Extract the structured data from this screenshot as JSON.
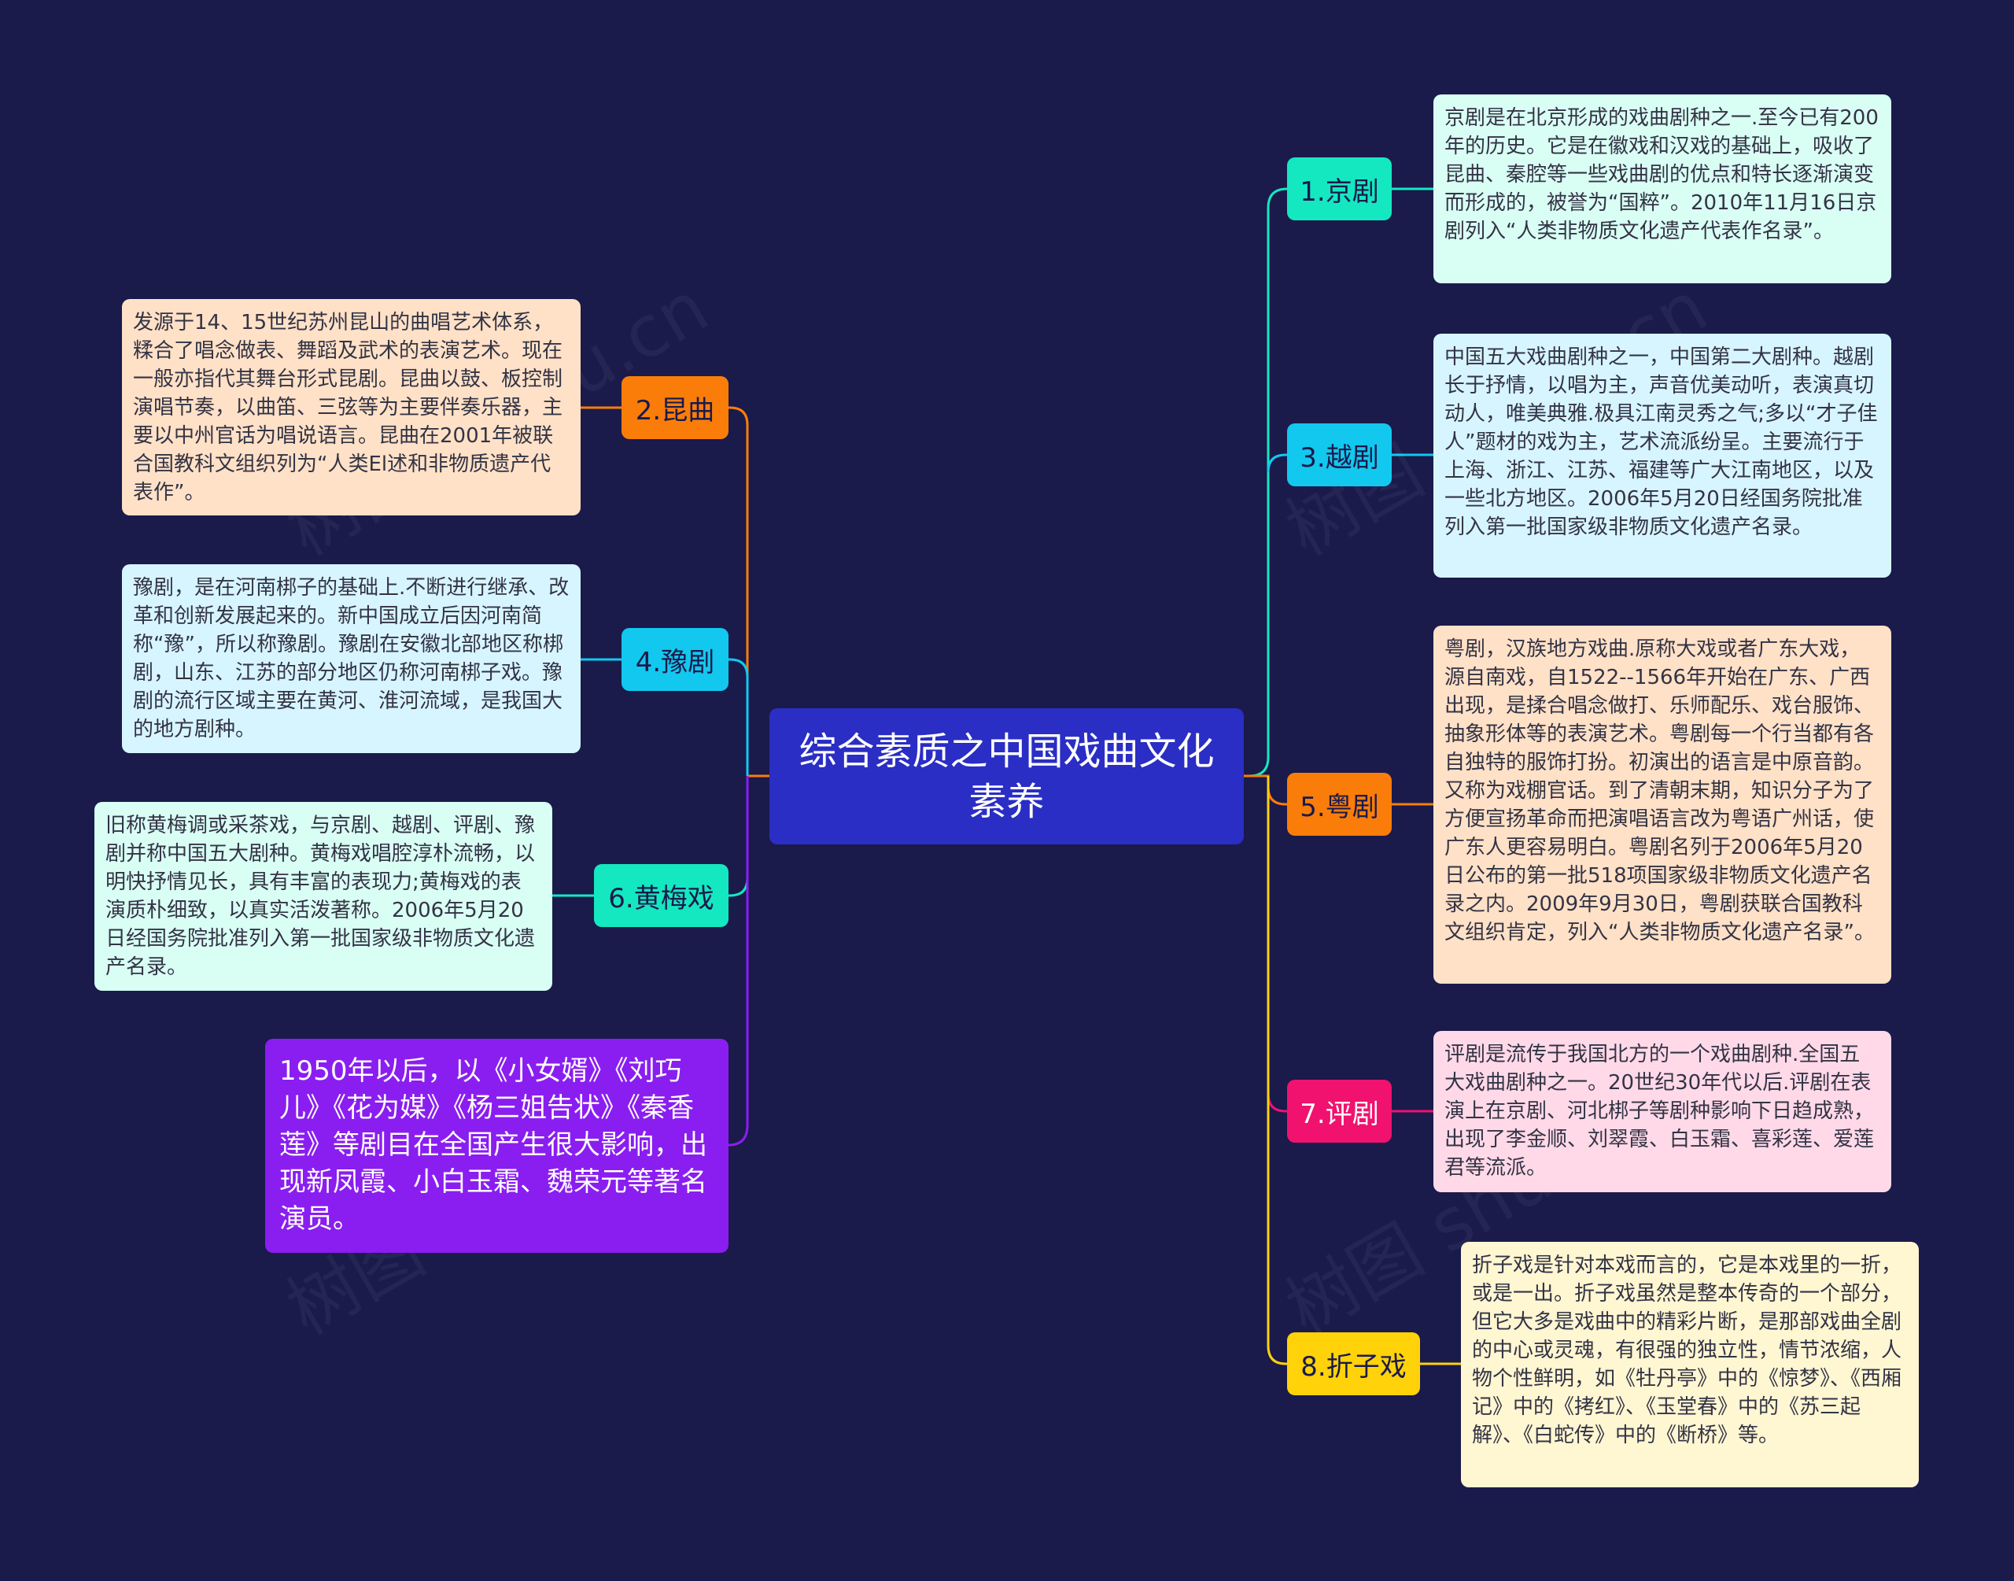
{
  "center": {
    "title": "综合素质之中国戏曲文化素养",
    "color": "#2a2ec4"
  },
  "watermark": "树图 shutu.cn",
  "branches": {
    "jingju": {
      "label": "1.京剧",
      "color": "#14e8c0",
      "note_bg": "#d9fff5",
      "note": "京剧是在北京形成的戏曲剧种之一.至今已有200年的历史。它是在徽戏和汉戏的基础上，吸收了昆曲、秦腔等一些戏曲剧的优点和特长逐渐演变而形成的，被誉为“国粹”。2010年11月16日京剧列入“人类非物质文化遗产代表作名录”。"
    },
    "kunqu": {
      "label": "2.昆曲",
      "color": "#fa7d0a",
      "note_bg": "#ffe1c7",
      "note": "发源于14、15世纪苏州昆山的曲唱艺术体系，糅合了唱念做表、舞蹈及武术的表演艺术。现在一般亦指代其舞台形式昆剧。昆曲以鼓、板控制演唱节奏，以曲笛、三弦等为主要伴奏乐器，主要以中州官话为唱说语言。昆曲在2001年被联合国教科文组织列为“人类El述和非物质遗产代表作”。"
    },
    "yueju": {
      "label": "3.越剧",
      "color": "#12c8ee",
      "note_bg": "#d7f5ff",
      "note": "中国五大戏曲剧种之一，中国第二大剧种。越剧长于抒情，以唱为主，声音优美动听，表演真切动人，唯美典雅.极具江南灵秀之气;多以“才子佳人”题材的戏为主，艺术流派纷呈。主要流行于上海、浙江、江苏、福建等广大江南地区，以及一些北方地区。2006年5月20日经国务院批准列入第一批国家级非物质文化遗产名录。"
    },
    "yuju": {
      "label": "4.豫剧",
      "color": "#12c8ee",
      "note_bg": "#d7f5ff",
      "note": "豫剧，是在河南梆子的基础上.不断进行继承、改革和创新发展起来的。新中国成立后因河南简称“豫”，所以称豫剧。豫剧在安徽北部地区称梆剧，山东、江苏的部分地区仍称河南梆子戏。豫剧的流行区域主要在黄河、淮河流域，是我国大的地方剧种。"
    },
    "yueju2": {
      "label": "5.粤剧",
      "color": "#fa7d0a",
      "note_bg": "#ffe1c7",
      "note": "粤剧，汉族地方戏曲.原称大戏或者广东大戏，源自南戏，自1522--1566年开始在广东、广西出现，是揉合唱念做打、乐师配乐、戏台服饰、抽象形体等的表演艺术。粤剧每一个行当都有各自独特的服饰打扮。初演出的语言是中原音韵。又称为戏棚官话。到了清朝末期，知识分子为了方便宣扬革命而把演唱语言改为粤语广州话，使广东人更容易明白。粤剧名列于2006年5月20日公布的第一批518项国家级非物质文化遗产名录之内。2009年9月30日，粤剧获联合国教科文组织肯定，列入“人类非物质文化遗产名录”。"
    },
    "huangmei": {
      "label": "6.黄梅戏",
      "color": "#14e8c0",
      "note_bg": "#d9fff5",
      "note": "旧称黄梅调或采茶戏，与京剧、越剧、评剧、豫剧并称中国五大剧种。黄梅戏唱腔淳朴流畅，以明快抒情见长，具有丰富的表现力;黄梅戏的表演质朴细致，以真实活泼著称。2006年5月20日经国务院批准列入第一批国家级非物质文化遗产名录。"
    },
    "pingju": {
      "label": "7.评剧",
      "color": "#f0126e",
      "note_bg": "#ffd9e8",
      "note": "评剧是流传于我国北方的一个戏曲剧种.全国五大戏曲剧种之一。20世纪30年代以后.评剧在表演上在京剧、河北梆子等剧种影响下日趋成熟，出现了李金顺、刘翠霞、白玉霜、喜彩莲、爱莲君等流派。"
    },
    "zhezi": {
      "label": "8.折子戏",
      "color": "#ffd20a",
      "note_bg": "#fff6d2",
      "note": "折子戏是针对本戏而言的，它是本戏里的一折，或是一出。折子戏虽然是整本传奇的一个部分，但它大多是戏曲中的精彩片断，是那部戏曲全剧的中心或灵魂，有很强的独立性，情节浓缩，人物个性鲜明，如《牡丹亭》中的《惊梦》、《西厢记》中的《拷红》、《玉堂春》中的《苏三起解》、《白蛇传》中的《断桥》等。"
    }
  },
  "extra": {
    "color": "#8a1ef0",
    "note": "1950年以后，以《小女婿》《刘巧儿》《花为媒》《杨三姐告状》《秦香莲》等剧目在全国产生很大影响，出现新凤霞、小白玉霜、魏荣元等著名演员。"
  }
}
